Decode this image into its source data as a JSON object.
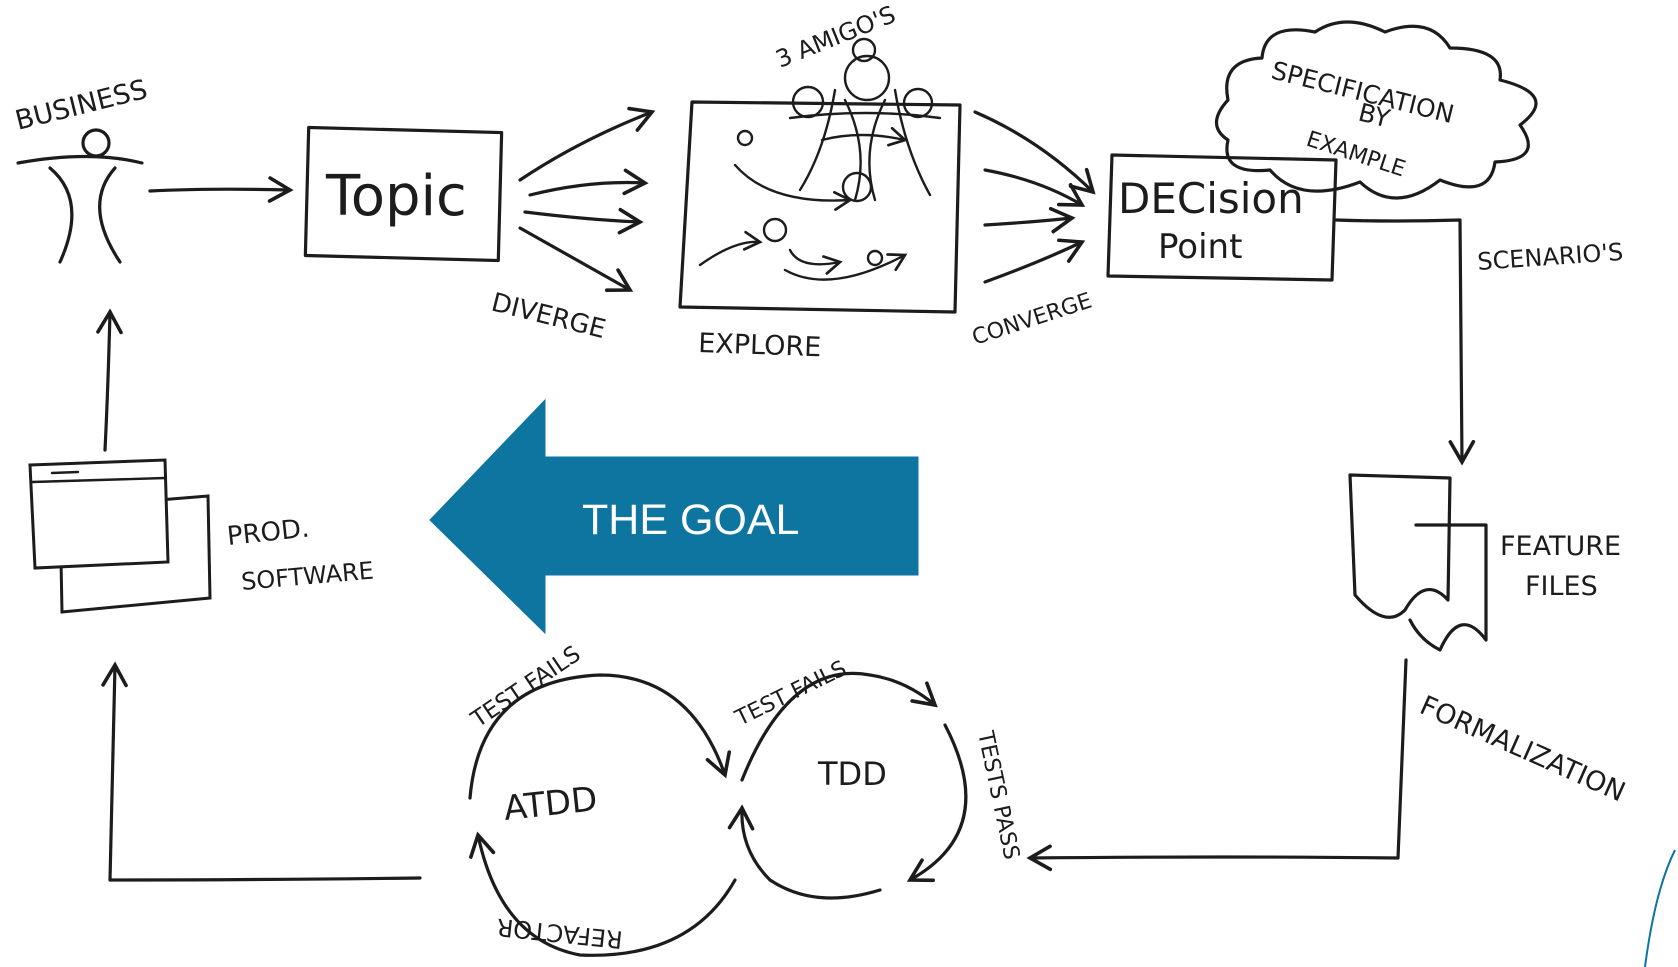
{
  "diagram": {
    "labels": {
      "business": "BUSINESS",
      "topic": "Topic",
      "diverge": "DIVERGE",
      "explore": "EXPLORE",
      "three_amigos": "3 AMIGO'S",
      "converge": "CONVERGE",
      "decision_point_line1": "DECision",
      "decision_point_line2": "Point",
      "spec_line1": "SPECIFICATION",
      "spec_line2": "BY",
      "spec_line3": "EXAMPLE",
      "scenarios": "SCENARIO'S",
      "feature_files_line1": "FEATURE",
      "feature_files_line2": "FILES",
      "formalization": "FORMALIZATION",
      "tests_pass": "TESTS PASS",
      "tdd": "TDD",
      "test_fails_tdd": "TEST FAILS",
      "atdd": "ATDD",
      "test_fails_atdd": "TEST FAILS",
      "refactor": "REFACTOR",
      "prod_software_line1": "PROD.",
      "prod_software_line2": "SOFTWARE",
      "the_goal": "THE GOAL"
    },
    "colors": {
      "goal_arrow": "#0e74a0",
      "ink": "#1c1c1c"
    }
  }
}
